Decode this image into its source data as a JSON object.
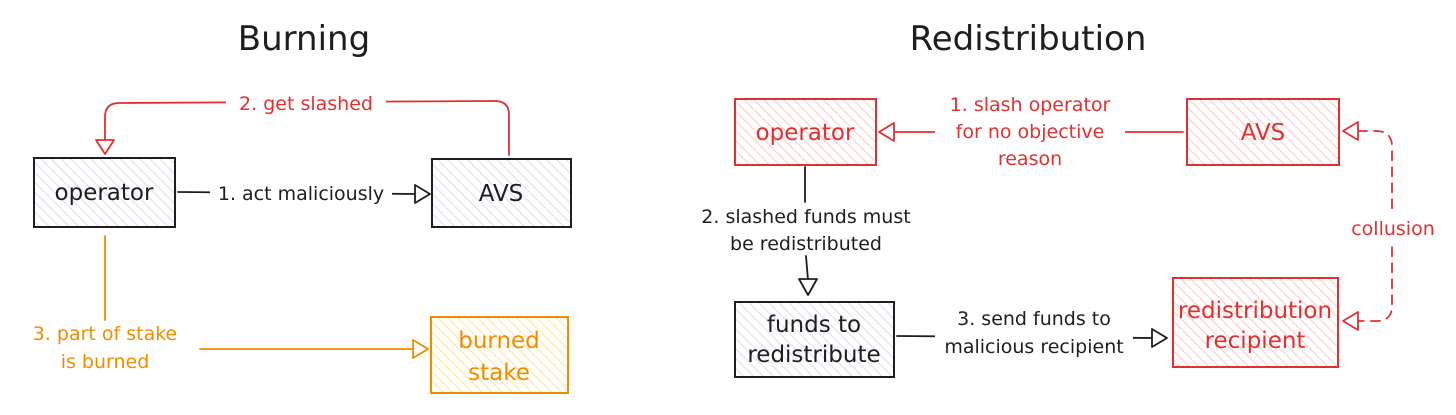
{
  "colors": {
    "ink": "#1e1e1e",
    "red": "#e03131",
    "orange": "#f08c00",
    "box_fill_gray": "#e9ecf3",
    "box_fill_red": "#ffe3e3",
    "box_fill_orange": "#fff3bf"
  },
  "burning": {
    "title": "Burning",
    "nodes": {
      "operator": "operator",
      "avs": "AVS",
      "burned_stake": [
        "burned",
        "stake"
      ]
    },
    "edges": {
      "act_maliciously": "1. act maliciously",
      "get_slashed": "2. get slashed",
      "stake_burned": [
        "3. part of stake",
        "is burned"
      ]
    }
  },
  "redistribution": {
    "title": "Redistribution",
    "nodes": {
      "operator": "operator",
      "avs": "AVS",
      "funds": [
        "funds to",
        "redistribute"
      ],
      "recipient": [
        "redistribution",
        "recipient"
      ]
    },
    "edges": {
      "slash_operator": [
        "1. slash operator",
        "for no objective",
        "reason"
      ],
      "must_redistribute": [
        "2. slashed funds must",
        "be redistributed"
      ],
      "send_funds": [
        "3. send funds to",
        "malicious recipient"
      ],
      "collusion": "collusion"
    }
  }
}
